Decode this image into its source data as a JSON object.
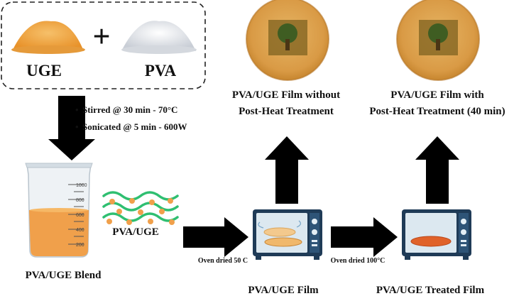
{
  "diagram": {
    "inputs": {
      "uge": "UGE",
      "pva": "PVA",
      "plus": "+"
    },
    "steps": [
      "Stirred @ 30 min - 70°C",
      "Sonicated @ 5 min - 600W"
    ],
    "beaker": {
      "label": "PVA/UGE Blend",
      "ticks": [
        "1000",
        "800",
        "600",
        "400",
        "200"
      ]
    },
    "polymer_label": "PVA/UGE",
    "ovens": [
      {
        "caption": "PVA/UGE Film",
        "condition": "Oven dried 50 C"
      },
      {
        "caption": "PVA/UGE Treated Film",
        "condition": "Oven dried 100°C"
      }
    ],
    "films": [
      {
        "line1": "PVA/UGE Film without",
        "line2": "Post-Heat Treatment"
      },
      {
        "line1": "PVA/UGE Film with",
        "line2": "Post-Heat Treatment (40 min)"
      }
    ]
  },
  "colors": {
    "uge_powder": "#f0a53c",
    "pva_powder": "#e6e9ee",
    "liquid": "#f0a04b",
    "chain": "#2fbf71",
    "bead": "#f0a04b",
    "oven_body": "#dce8f0",
    "oven_frame": "#1f3b57",
    "film_untreated": "#f3c98d",
    "film_treated": "#e0622a",
    "arrow": "#000000"
  }
}
